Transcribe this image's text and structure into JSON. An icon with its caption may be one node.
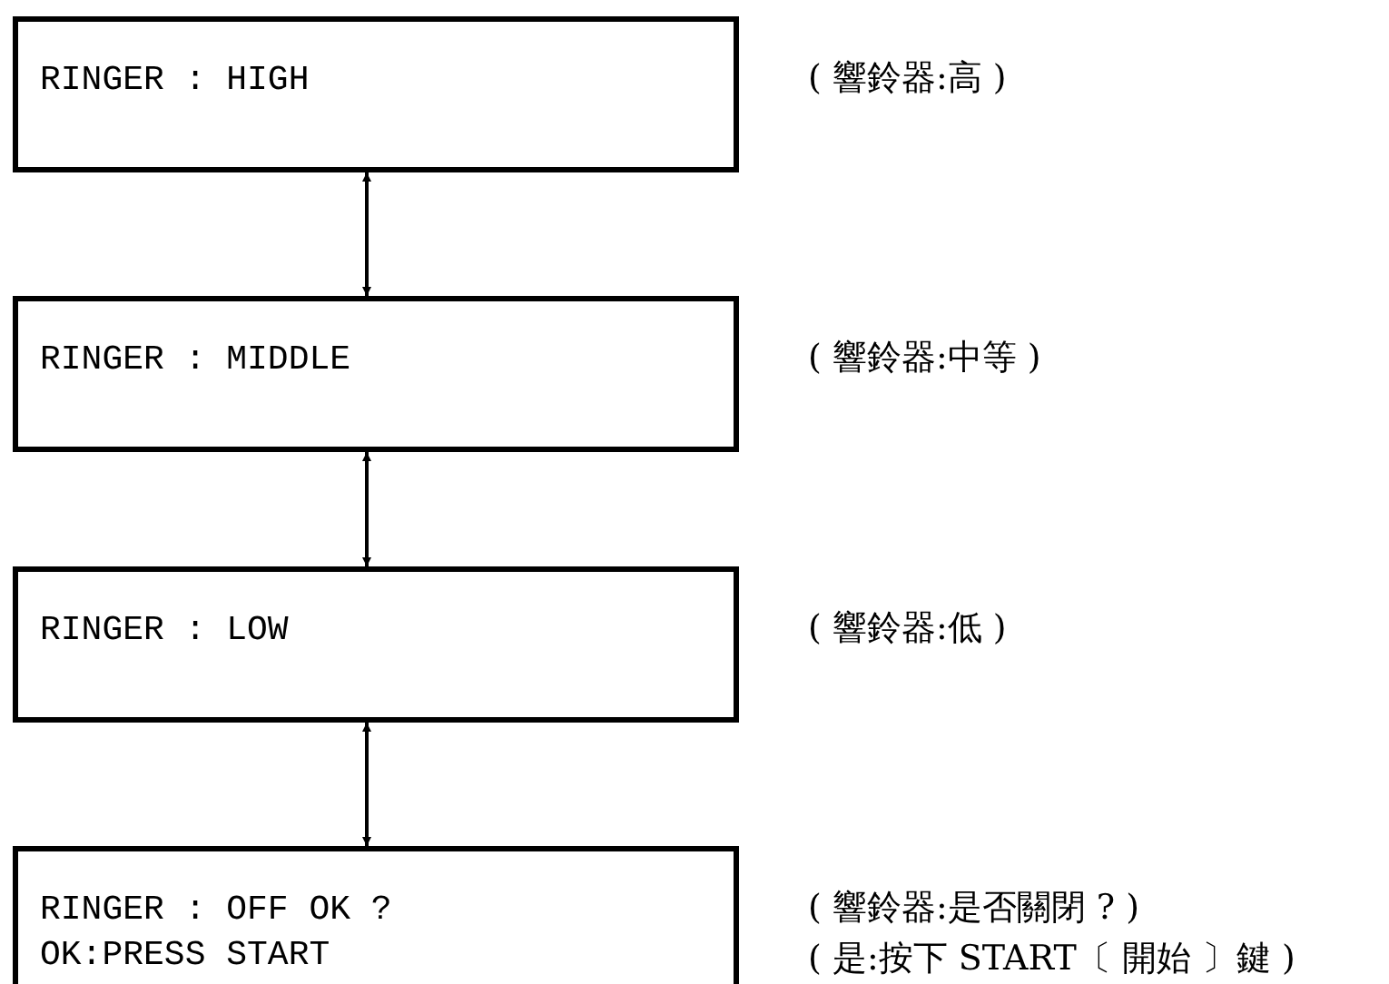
{
  "diagram": {
    "nodes": [
      {
        "text": [
          "RINGER : HIGH"
        ],
        "beside": [
          "( 響鈴器:高 )"
        ]
      },
      {
        "text": [
          "RINGER : MIDDLE"
        ],
        "beside": [
          "( 響鈴器:中等 )"
        ]
      },
      {
        "text": [
          "RINGER : LOW"
        ],
        "beside": [
          "( 響鈴器:低 )"
        ]
      },
      {
        "text": [
          "RINGER : OFF OK ?",
          "OK:PRESS START"
        ],
        "beside": [
          "( 響鈴器:是否關閉 ? )",
          "( 是:按下 START〔 開始 〕鍵 )"
        ]
      }
    ],
    "edges": [
      {
        "from": 0,
        "to": 1,
        "arrow": "both"
      },
      {
        "from": 1,
        "to": 2,
        "arrow": "both"
      },
      {
        "from": 2,
        "to": 3,
        "arrow": "both"
      }
    ]
  }
}
